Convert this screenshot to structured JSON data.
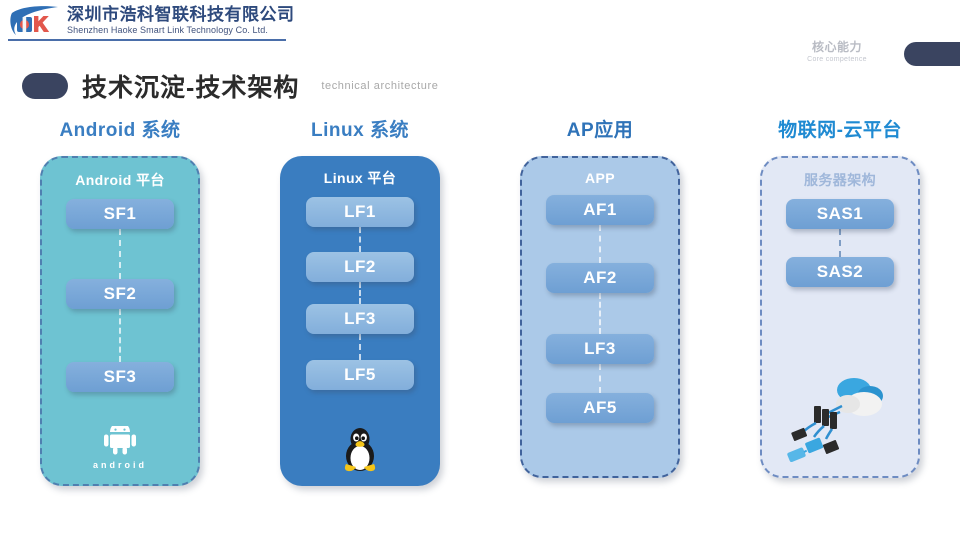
{
  "header": {
    "company_cn": "深圳市浩科智联科技有限公司",
    "company_en": "Shenzhen Haoke Smart Link Technology Co. Ltd.",
    "corner_cn": "核心能力",
    "corner_en": "Core competence",
    "title_cn": "技术沉淀-技术架构",
    "title_en": "technical architecture",
    "accent_navy": "#3a4460",
    "accent_blue": "#3a7ec2"
  },
  "columns": [
    {
      "title": "Android 系统",
      "card_title": "Android 平台",
      "card_color": "#6ec3d2",
      "nodes": [
        "SF1",
        "SF2",
        "SF3"
      ],
      "mascot": "android-logo",
      "mascot_label": "android"
    },
    {
      "title": "Linux 系统",
      "card_title": "Linux 平台",
      "card_color": "#3a7dc0",
      "nodes": [
        "LF1",
        "LF2",
        "LF3",
        "LF5"
      ],
      "mascot": "linux-penguin-logo",
      "mascot_label": ""
    },
    {
      "title": "AP应用",
      "card_title": "APP",
      "card_color": "#abc9e8",
      "nodes": [
        "AF1",
        "AF2",
        "LF3",
        "AF5"
      ],
      "mascot": "",
      "mascot_label": ""
    },
    {
      "title": "物联网-云平台",
      "card_title": "服务器架构",
      "card_color": "#e2e8f5",
      "nodes": [
        "SAS1",
        "SAS2"
      ],
      "mascot": "cloud-network-illustration",
      "mascot_label": ""
    }
  ]
}
